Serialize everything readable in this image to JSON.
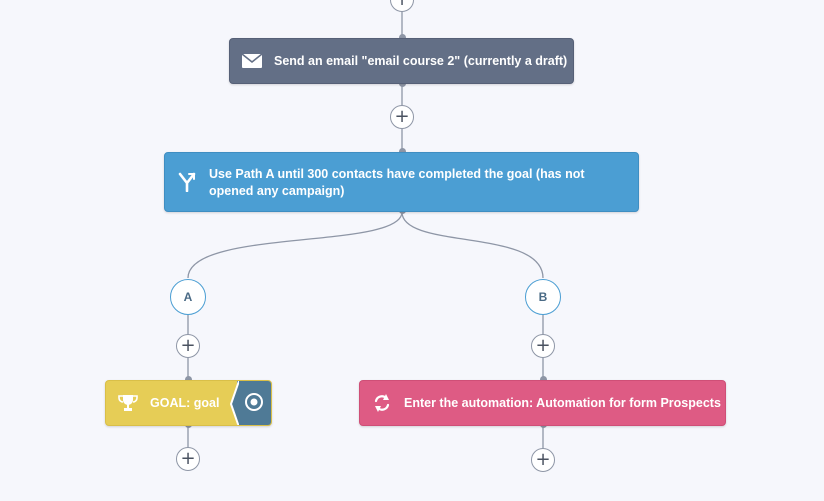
{
  "nodes": {
    "email": {
      "label": "Send an email \"email course 2\" (currently a draft)",
      "icon": "envelope-icon",
      "color": "#636f86"
    },
    "split": {
      "label": "Use Path A until 300 contacts have completed the goal (has not opened any campaign)",
      "icon": "split-icon",
      "color": "#4b9ed3"
    },
    "goal": {
      "label": "GOAL: goal",
      "icon": "trophy-icon",
      "tab_icon": "target-icon",
      "color": "#e6cd56",
      "tab_color": "#4f7a96"
    },
    "enter": {
      "label": "Enter the automation: Automation for form Prospects",
      "icon": "refresh-icon",
      "color": "#de5b84"
    }
  },
  "paths": {
    "a": "A",
    "b": "B"
  },
  "add_symbol": "+"
}
